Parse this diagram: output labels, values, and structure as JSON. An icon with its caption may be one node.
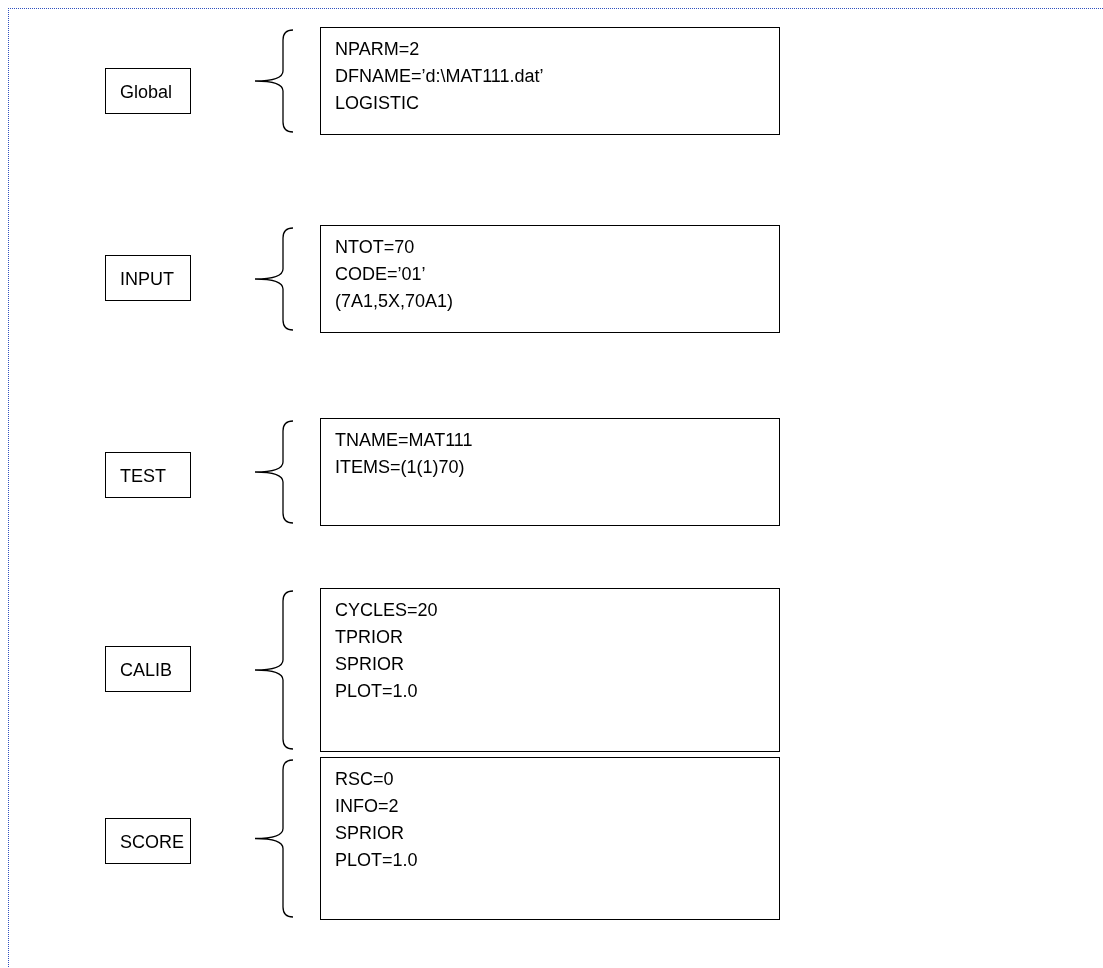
{
  "diagram": {
    "nodes": [
      {
        "text": [
          "Global"
        ]
      },
      {
        "text": [
          "NPARM=2",
          "DFNAME=’d:\\MAT111.dat’",
          "LOGISTIC"
        ]
      },
      {
        "text": [
          "INPUT"
        ]
      },
      {
        "text": [
          "NTOT=70",
          "CODE=’01’",
          "(7A1,5X,70A1)"
        ]
      },
      {
        "text": [
          "TEST"
        ]
      },
      {
        "text": [
          "TNAME=MAT111",
          "ITEMS=(1(1)70)"
        ]
      },
      {
        "text": [
          "CALIB"
        ]
      },
      {
        "text": [
          "CYCLES=20",
          "TPRIOR",
          "SPRIOR",
          "PLOT=1.0"
        ]
      },
      {
        "text": [
          "SCORE"
        ]
      },
      {
        "text": [
          "RSC=0",
          "INFO=2",
          "SPRIOR",
          "PLOT=1.0"
        ]
      }
    ]
  }
}
